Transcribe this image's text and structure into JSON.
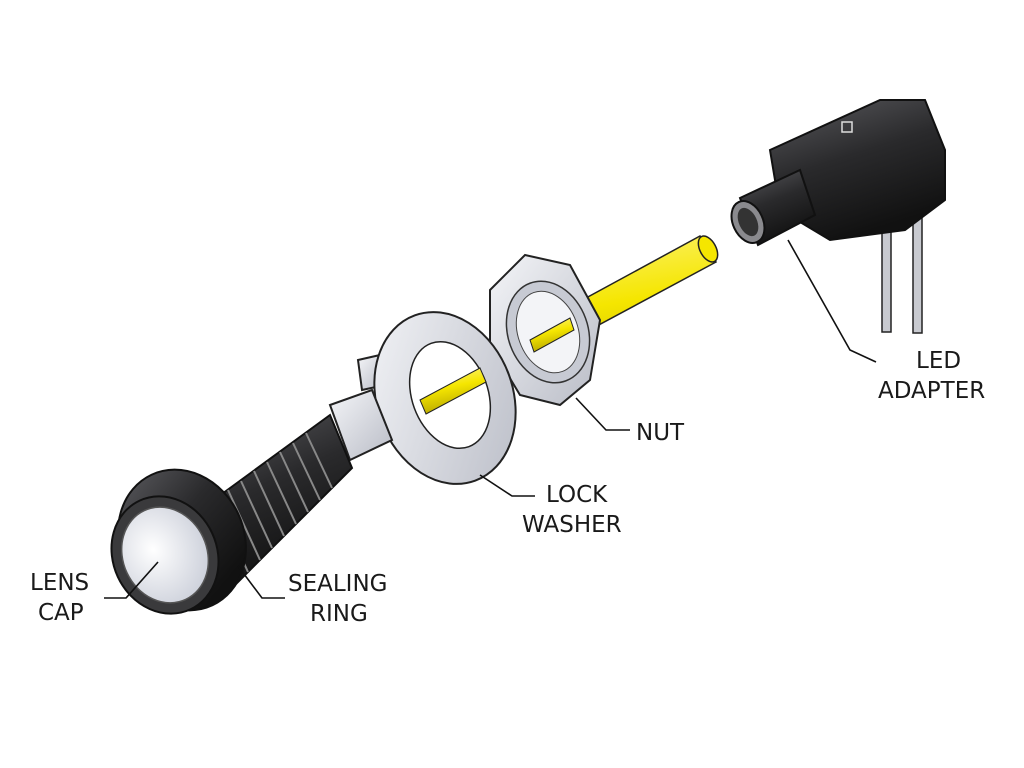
{
  "labels": {
    "led_adapter": [
      "LED",
      "ADAPTER"
    ],
    "nut": [
      "NUT"
    ],
    "lock_washer": [
      "LOCK",
      "WASHER"
    ],
    "lens_cap": [
      "LENS",
      "CAP"
    ],
    "sealing_ring": [
      "SEALING",
      "RING"
    ]
  },
  "colors": {
    "rod": "#f5e600",
    "metal": "#d8dbe3",
    "body": "#2e2e30",
    "lens": "#eef0f5"
  }
}
